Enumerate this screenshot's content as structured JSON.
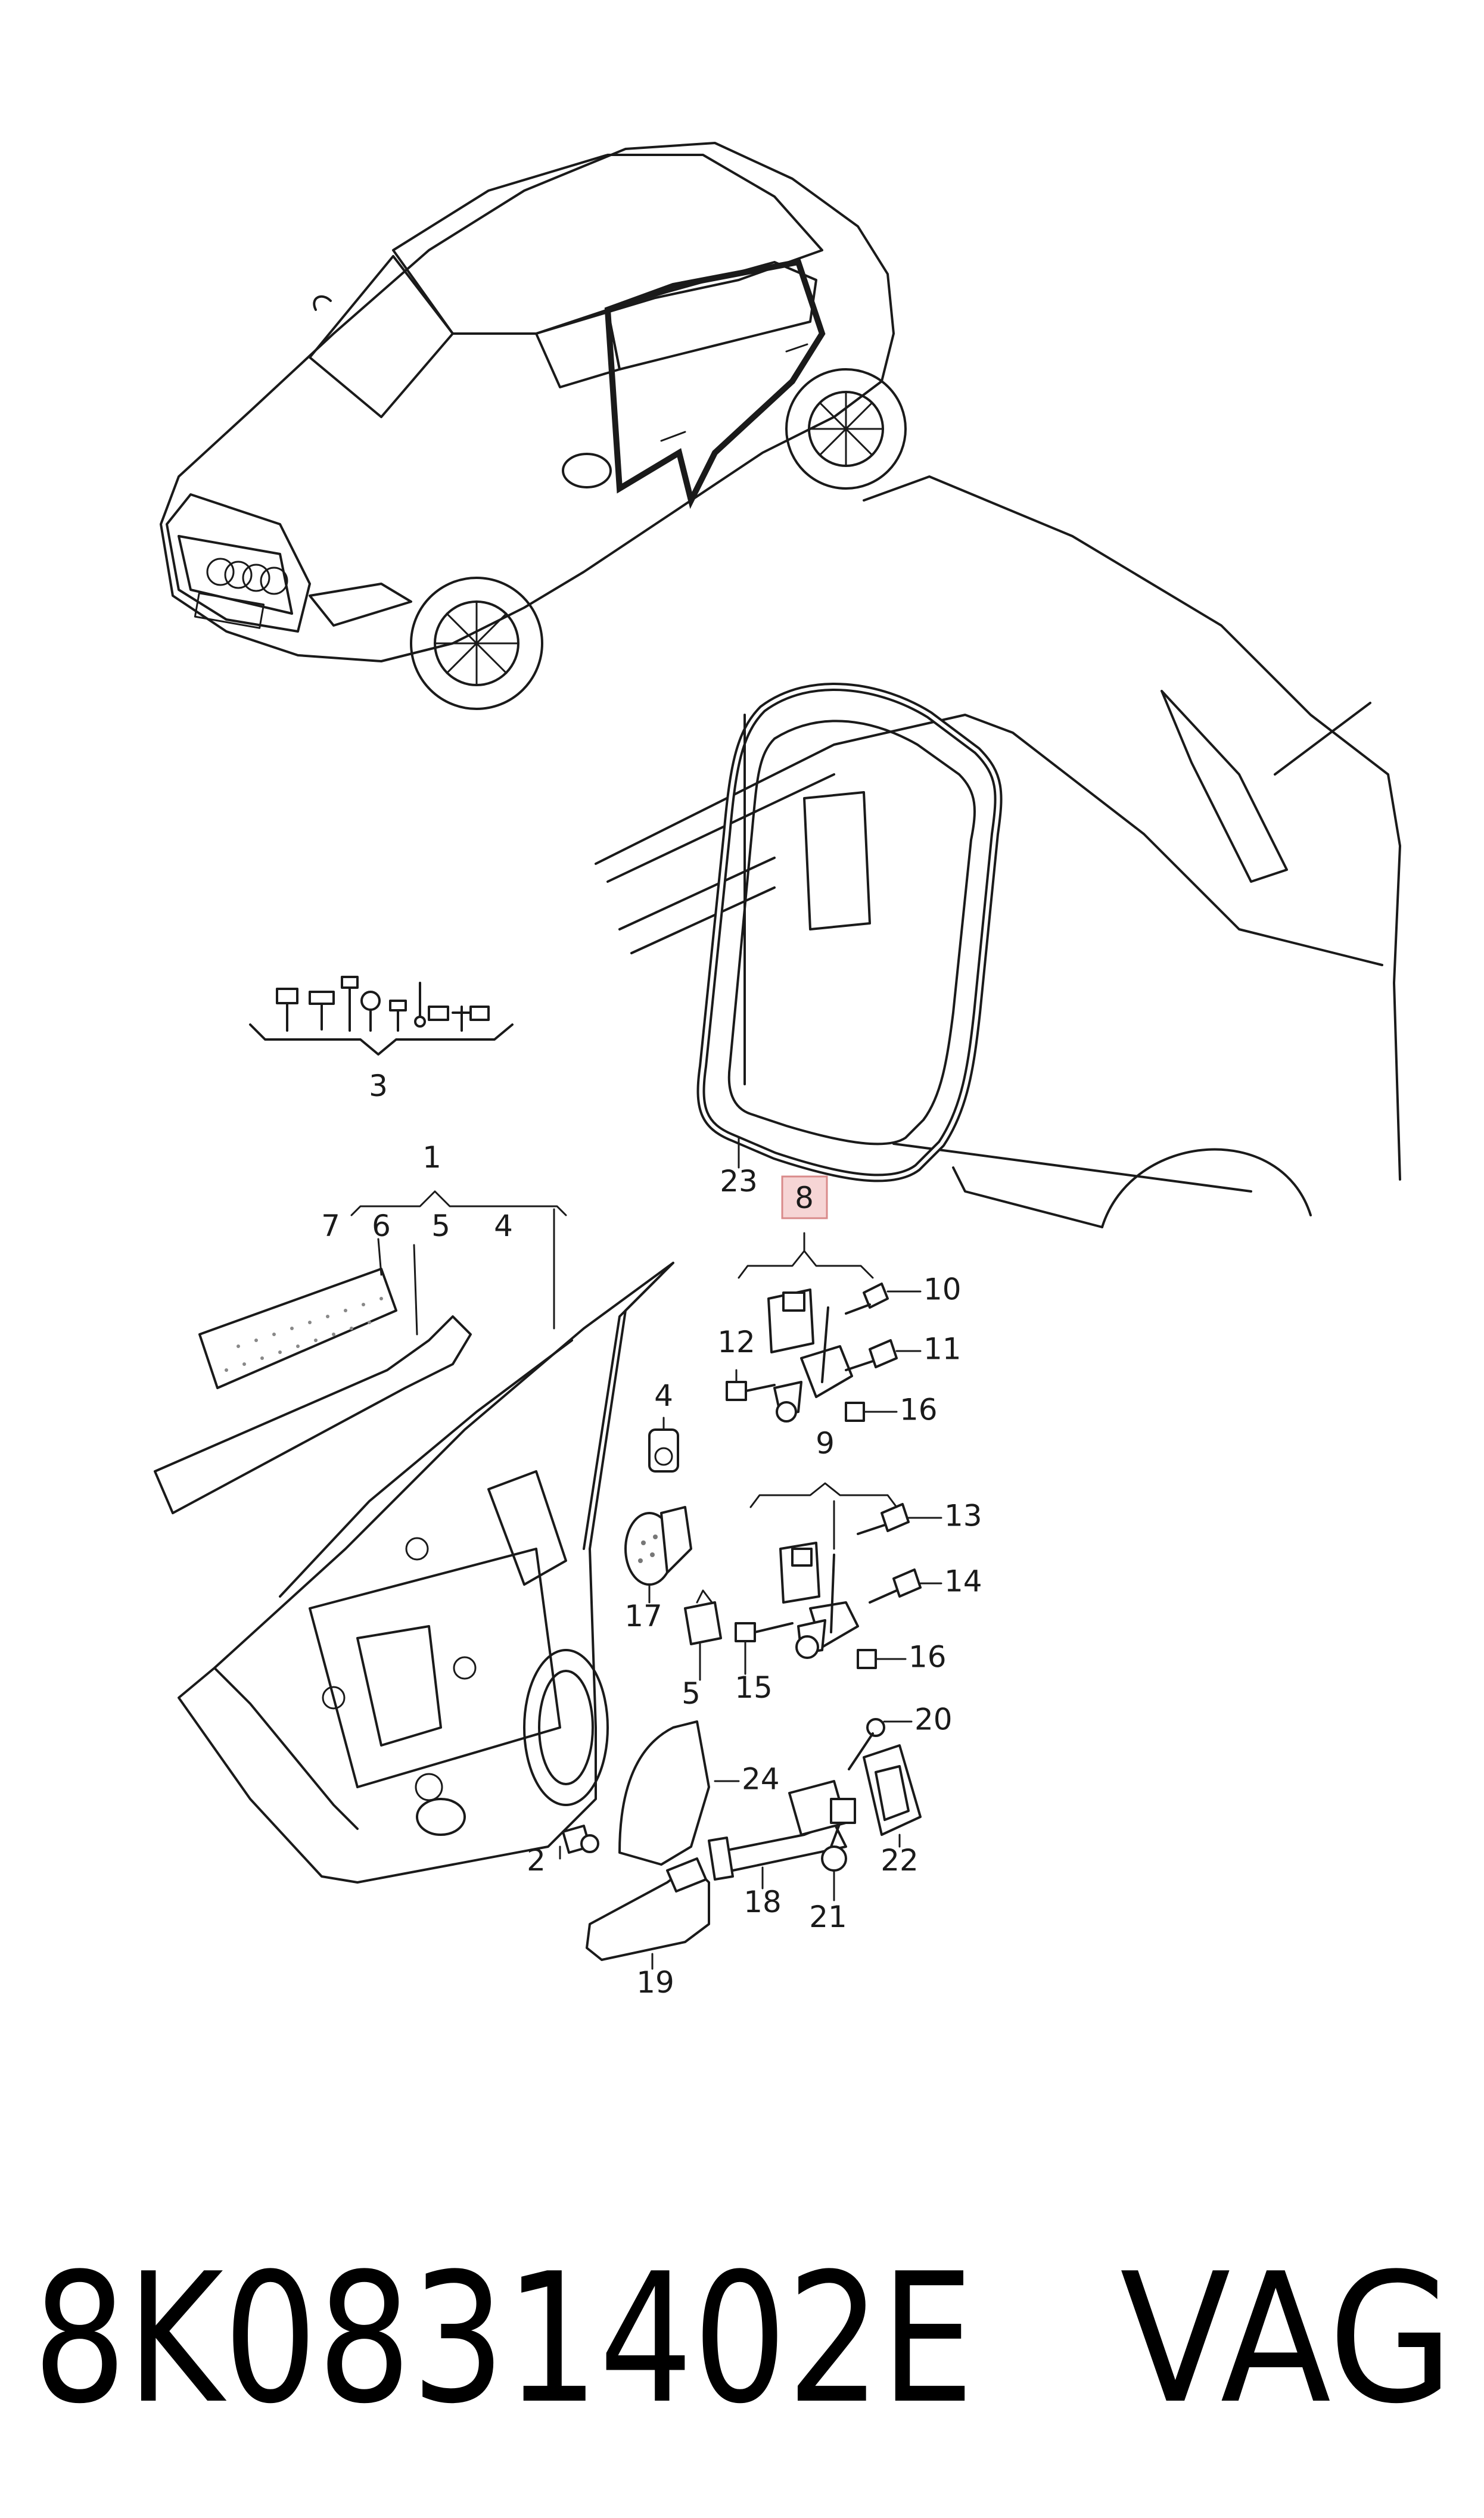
{
  "callouts": {
    "c1": "1",
    "c2": "2",
    "c3": "3",
    "c4a": "4",
    "c4b": "4",
    "c5a": "5",
    "c5b": "5",
    "c6": "6",
    "c7": "7",
    "c8": "8",
    "c9": "9",
    "c10": "10",
    "c11": "11",
    "c12": "12",
    "c13": "13",
    "c14": "14",
    "c15": "15",
    "c16a": "16",
    "c16b": "16",
    "c17": "17",
    "c18": "18",
    "c19": "19",
    "c20": "20",
    "c21": "21",
    "c22": "22",
    "c23": "23",
    "c24": "24"
  },
  "highlighted_callout": "8",
  "highlight_color": "#f6d5d5",
  "footer": {
    "part_number": "8K0831402E",
    "brand": "VAG"
  }
}
